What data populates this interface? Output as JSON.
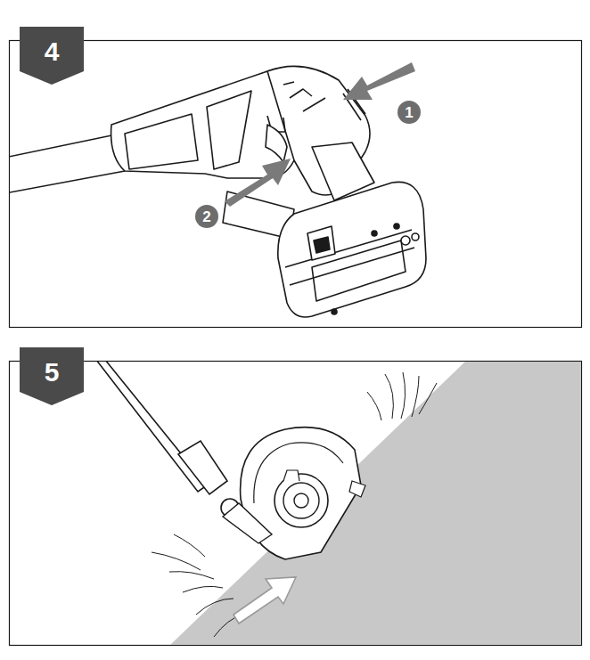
{
  "diagram": {
    "labels": [
      "4",
      "1",
      "2",
      "5"
    ]
  }
}
